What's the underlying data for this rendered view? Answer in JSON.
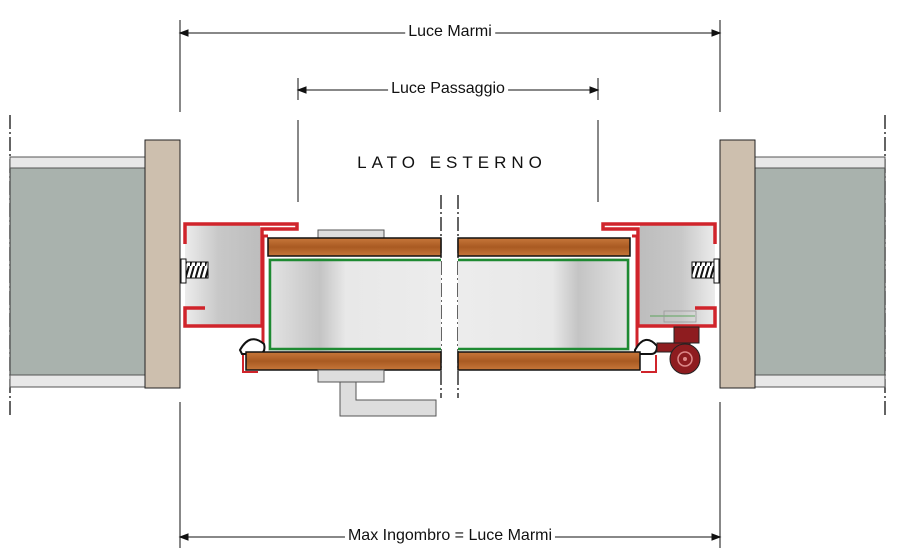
{
  "dimensions": {
    "top": "Luce Marmi",
    "middle": "Luce Passaggio",
    "bottom": "Max Ingombro =  Luce Marmi"
  },
  "side_label": "LATO ESTERNO",
  "colors": {
    "frame": "#d0242b",
    "wood": "#b8642a",
    "seal": "#1e8a32",
    "marble": "#cdbfae",
    "concrete": "#a9b2ad",
    "hinge": "#8e1c1f"
  }
}
